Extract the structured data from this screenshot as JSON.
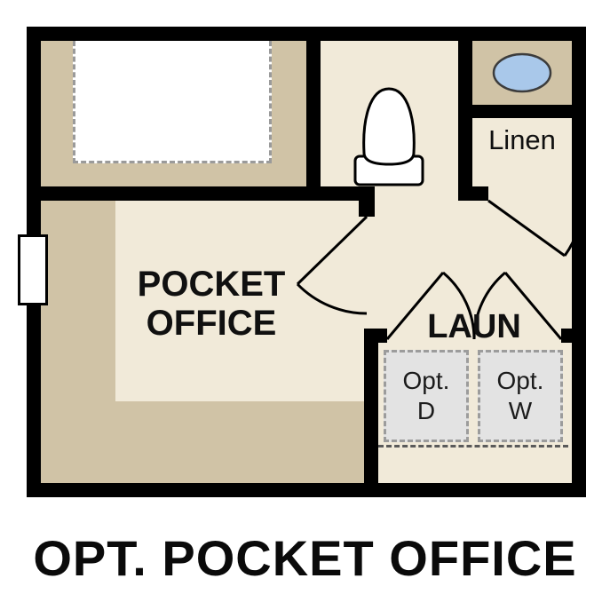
{
  "plan_title": "OPT. POCKET OFFICE",
  "labels": {
    "pocket_office_line1": "POCKET",
    "pocket_office_line2": "OFFICE",
    "laundry": "LAUN",
    "linen": "Linen",
    "opt_dryer_line1": "Opt.",
    "opt_dryer_line2": "D",
    "opt_washer_line1": "Opt.",
    "opt_washer_line2": "W"
  },
  "fixtures": [
    "toilet",
    "sink-basin",
    "window",
    "door-swing-arcs",
    "optional-washer-dryer"
  ],
  "colors": {
    "wall": "#000000",
    "tan": "#d0c3a6",
    "cream": "#f1ead9",
    "appliance_gray": "#e3e3e3",
    "appliance_border": "#9c9c9c",
    "sink_blue": "#a9c8ea",
    "dash_gray": "#9a9a9a"
  }
}
